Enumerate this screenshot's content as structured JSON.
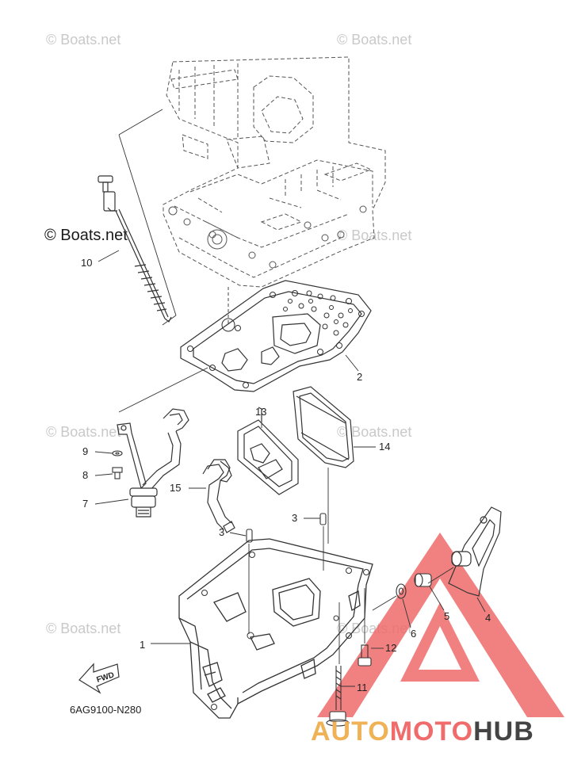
{
  "watermarks": {
    "w1": "© Boats.net",
    "w2": "© Boats.net",
    "w3": "© Boats.net",
    "w4": "© Boats.net",
    "w5": "© Boats.net",
    "w6": "© Boats.net",
    "w7": "© Boats.net",
    "w8": "© Boats.net",
    "main": "© Boats.net"
  },
  "callouts": {
    "c1": "1",
    "c2": "2",
    "c3a": "3",
    "c3b": "3",
    "c4": "4",
    "c5": "5",
    "c6": "6",
    "c7": "7",
    "c8": "8",
    "c9": "9",
    "c10": "10",
    "c11": "11",
    "c12": "12",
    "c13": "13",
    "c14": "14",
    "c15": "15"
  },
  "fwd_label": "FWD",
  "diagram_code": "6AG9100-N280",
  "brand": {
    "part1": "AUTO",
    "part2": "MOTO",
    "part3": "HUB"
  },
  "colors": {
    "brand_orange": "#f0b257",
    "brand_red": "#f06c6c",
    "brand_dark": "#444444",
    "logo_red": "#ef5a5a"
  }
}
